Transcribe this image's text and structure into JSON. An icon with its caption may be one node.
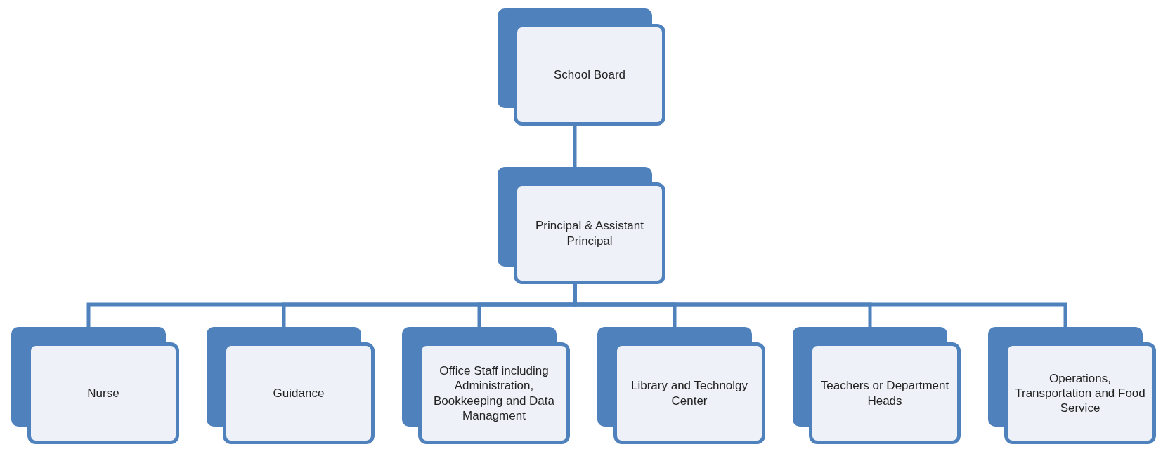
{
  "diagram": {
    "nodes": [
      {
        "text": [
          "School Board"
        ]
      },
      {
        "text": [
          "Principal & Assistant Principal"
        ]
      },
      {
        "text": [
          "Nurse"
        ]
      },
      {
        "text": [
          "Guidance"
        ]
      },
      {
        "text": [
          "Office Staff including Administration, Bookkeeping and Data Managment"
        ]
      },
      {
        "text": [
          "Library and Technolgy Center"
        ]
      },
      {
        "text": [
          "Teachers or Department Heads"
        ]
      },
      {
        "text": [
          "Operations, Transportation and Food Service"
        ]
      }
    ],
    "edges": [
      {
        "from": 0,
        "to": 1,
        "arrow": "none"
      },
      {
        "from": 1,
        "to": 2,
        "arrow": "none"
      },
      {
        "from": 1,
        "to": 3,
        "arrow": "none"
      },
      {
        "from": 1,
        "to": 4,
        "arrow": "none"
      },
      {
        "from": 1,
        "to": 5,
        "arrow": "none"
      },
      {
        "from": 1,
        "to": 6,
        "arrow": "none"
      },
      {
        "from": 1,
        "to": 7,
        "arrow": "none"
      }
    ]
  }
}
